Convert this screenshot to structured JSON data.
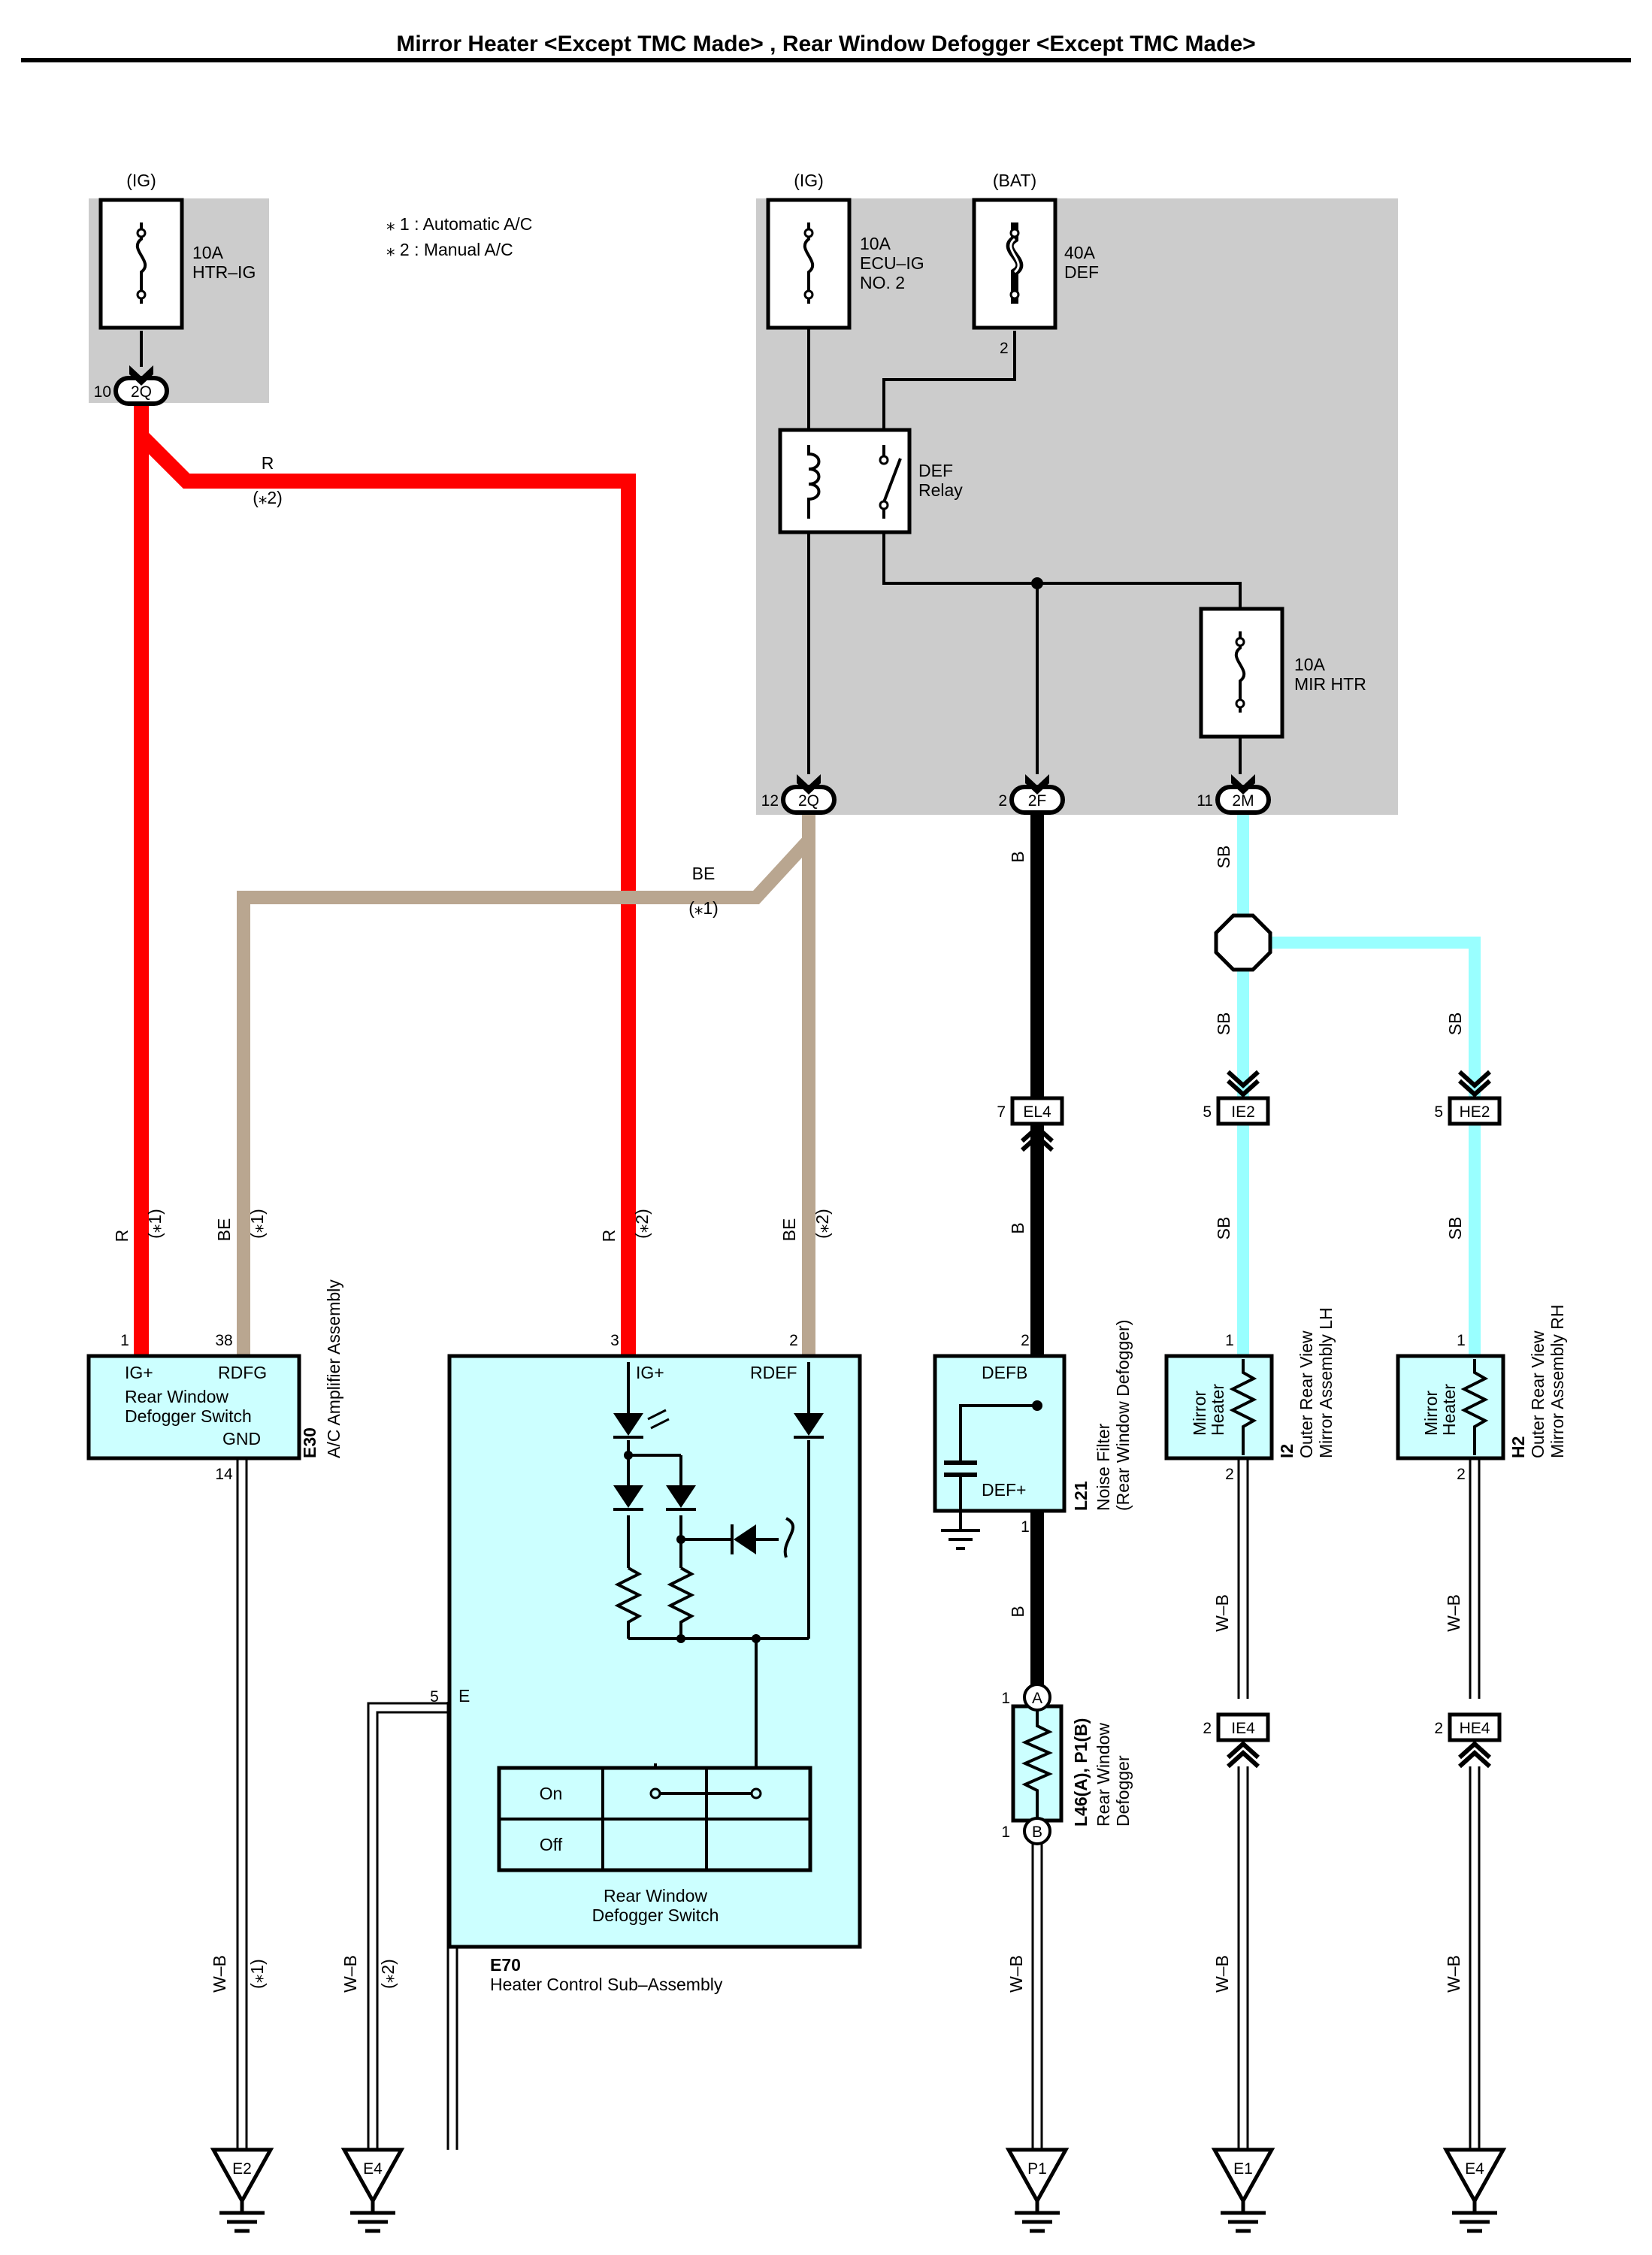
{
  "title": "Mirror Heater <Except TMC Made> , Rear Window Defogger <Except TMC Made>",
  "notes": [
    "⁎ 1 : Automatic A/C",
    "⁎ 2 : Manual A/C"
  ],
  "colors": {
    "red_wire": "#ff0000",
    "tan_wire": "#b9a690",
    "cyan_wire": "#99ffff",
    "black_wire": "#000000",
    "component_fill": "#ccffff",
    "junction_box_fill": "#cccccc"
  },
  "fuses": [
    {
      "source": "(IG)",
      "rating": "10A",
      "name": "HTR–IG"
    },
    {
      "source": "(IG)",
      "rating": "10A",
      "name": "ECU–IG",
      "name2": "NO. 2"
    },
    {
      "source": "(BAT)",
      "rating": "40A",
      "name": "DEF"
    },
    {
      "rating": "10A",
      "name": "MIR HTR"
    }
  ],
  "relay": {
    "name": "DEF",
    "name2": "Relay",
    "pin": "2"
  },
  "junction_connectors": [
    {
      "pin": "10",
      "id": "2Q"
    },
    {
      "pin": "12",
      "id": "2Q"
    },
    {
      "pin": "2",
      "id": "2F"
    },
    {
      "pin": "11",
      "id": "2M"
    }
  ],
  "wire_labels": {
    "r": "R",
    "be": "BE",
    "b": "B",
    "sb": "SB",
    "wb": "W–B",
    "note1": "(⁎1)",
    "note2": "(⁎2)"
  },
  "inline_connectors": [
    {
      "pin": "7",
      "id": "EL4"
    },
    {
      "pin": "5",
      "id": "IE2"
    },
    {
      "pin": "5",
      "id": "HE2"
    },
    {
      "pin": "2",
      "id": "IE4"
    },
    {
      "pin": "2",
      "id": "HE4"
    }
  ],
  "components": {
    "e30": {
      "code": "E30",
      "name": "A/C Amplifier Assembly",
      "term_ig": "IG+",
      "term_rdfg": "RDFG",
      "term_gnd": "GND",
      "desc1": "Rear Window",
      "desc2": "Defogger Switch",
      "pin_ig": "1",
      "pin_rdfg": "38",
      "pin_gnd": "14"
    },
    "e70": {
      "code": "E70",
      "name": "Heater Control Sub–Assembly",
      "term_ig": "IG+",
      "term_rdef": "RDEF",
      "term_e": "E",
      "pin_ig": "3",
      "pin_rdef": "2",
      "pin_e": "5",
      "switch_on": "On",
      "switch_off": "Off",
      "switch1": "Rear Window",
      "switch2": "Defogger Switch"
    },
    "l21": {
      "code": "L21",
      "name": "Noise Filter",
      "name2": "(Rear Window Defogger)",
      "term_defb": "DEFB",
      "term_defp": "DEF+",
      "pin_top": "2",
      "pin_bottom": "1"
    },
    "l46": {
      "code": "L46(A), P1(B)",
      "name": "Rear Window",
      "name2": "Defogger",
      "conn_a": "A",
      "conn_b": "B",
      "pin_a": "1",
      "pin_b": "1"
    },
    "i2": {
      "code": "I2",
      "name": "Outer Rear View",
      "name2": "Mirror Assembly LH",
      "inner1": "Mirror",
      "inner2": "Heater",
      "pin_top": "1",
      "pin_bottom": "2"
    },
    "h2": {
      "code": "H2",
      "name": "Outer Rear View",
      "name2": "Mirror Assembly RH",
      "inner1": "Mirror",
      "inner2": "Heater",
      "pin_top": "1",
      "pin_bottom": "2"
    }
  },
  "grounds": [
    "E2",
    "E4",
    "P1",
    "E1",
    "E4"
  ]
}
